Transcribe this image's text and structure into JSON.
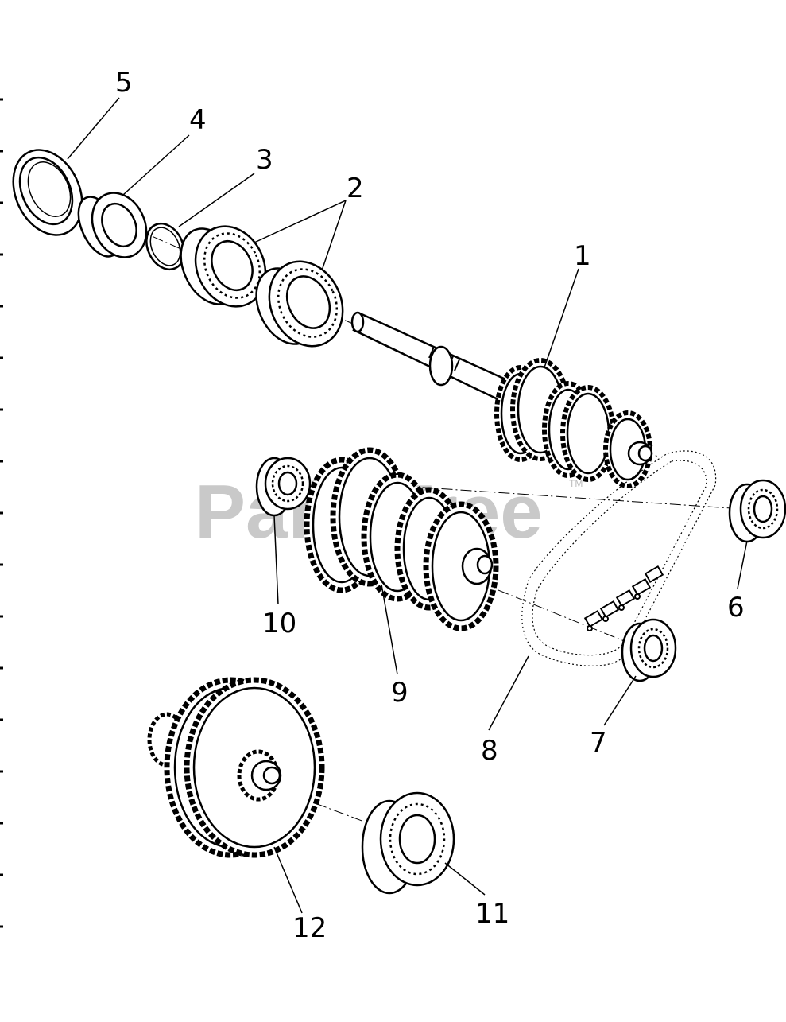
{
  "diagram": {
    "watermark": "PartsTree",
    "watermark_mark": "TM",
    "callouts": [
      "1",
      "2",
      "3",
      "4",
      "5",
      "6",
      "7",
      "8",
      "9",
      "10",
      "11",
      "12"
    ]
  }
}
